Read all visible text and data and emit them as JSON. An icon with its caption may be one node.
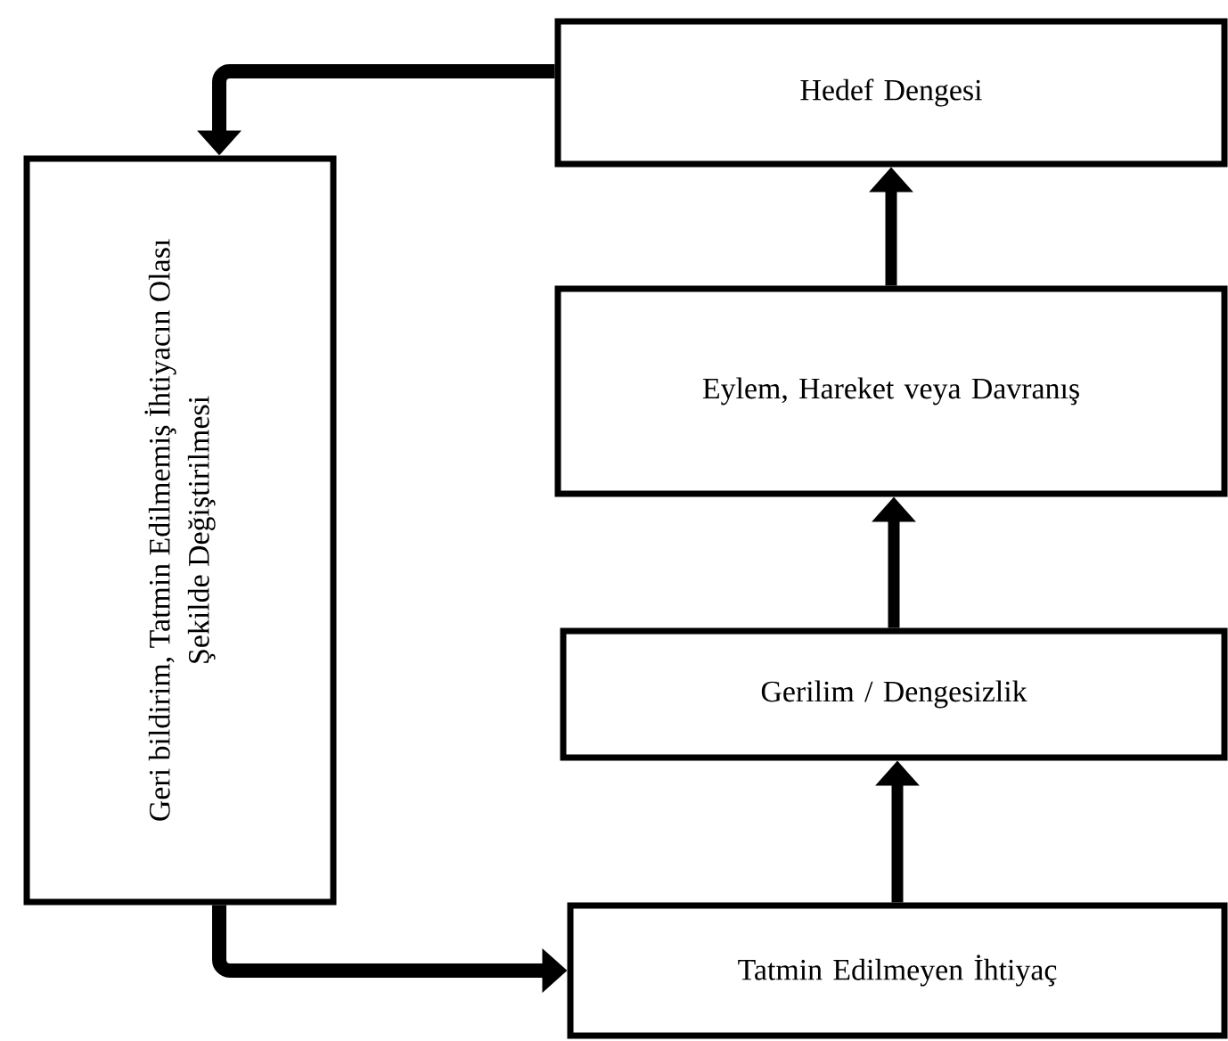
{
  "diagram": {
    "nodes": [
      {
        "text": [
          "Hedef Dengesi"
        ]
      },
      {
        "text": [
          "Geri bildirim, Tatmin Edilmemiş İhtiyacın Olası Şekilde Değiştirilmesi"
        ]
      },
      {
        "text": [
          "Eylem, Hareket veya Davranış"
        ]
      },
      {
        "text": [
          "Gerilim / Dengesizlik"
        ]
      },
      {
        "text": [
          "Tatmin Edilmeyen İhtiyaç"
        ]
      }
    ],
    "edges": [
      {
        "from": 4,
        "to": 3,
        "arrow": "to"
      },
      {
        "from": 3,
        "to": 2,
        "arrow": "to"
      },
      {
        "from": 2,
        "to": 0,
        "arrow": "to"
      },
      {
        "from": 0,
        "to": 1,
        "arrow": "to"
      },
      {
        "from": 1,
        "to": 4,
        "arrow": "to"
      }
    ]
  }
}
